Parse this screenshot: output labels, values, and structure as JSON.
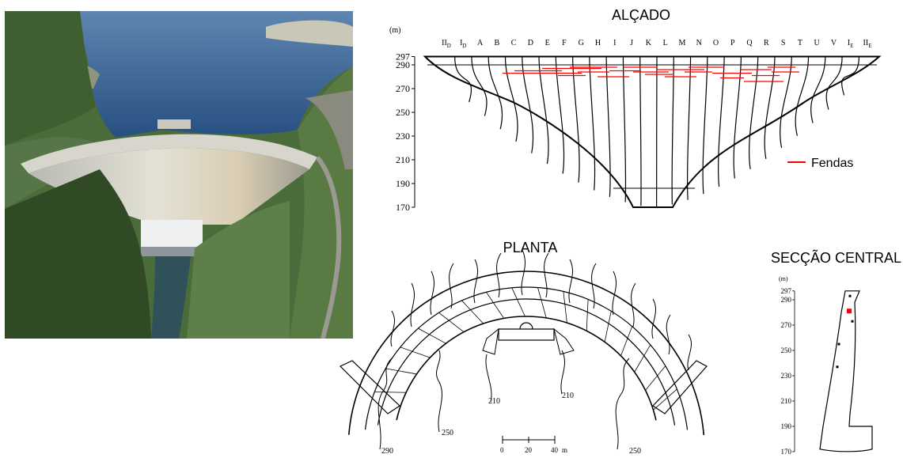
{
  "colors": {
    "crack": "#ff0000",
    "ink": "#000000",
    "background": "#ffffff"
  },
  "photo": {
    "alt_name": "dam-aerial-photo"
  },
  "alcado": {
    "title": "ALÇADO",
    "unit": "(m)",
    "elevations": [
      "297",
      "290",
      "270",
      "250",
      "230",
      "210",
      "190",
      "170"
    ],
    "blocks": [
      "II",
      "I",
      "A",
      "B",
      "C",
      "D",
      "E",
      "F",
      "G",
      "H",
      "I",
      "J",
      "K",
      "L",
      "M",
      "N",
      "O",
      "P",
      "Q",
      "R",
      "S",
      "T",
      "U",
      "V",
      "I",
      "II"
    ],
    "block_subscripts": [
      "D",
      "D",
      "",
      "",
      "",
      "",
      "",
      "",
      "",
      "",
      "",
      "",
      "",
      "",
      "",
      "",
      "",
      "",
      "",
      "",
      "",
      "",
      "",
      "",
      "E",
      "E"
    ],
    "legend_label": "Fendas"
  },
  "planta": {
    "title": "PLANTA",
    "contours": [
      "290",
      "250",
      "210",
      "210",
      "250"
    ],
    "scale": [
      "0",
      "20",
      "40"
    ],
    "scale_unit": "m"
  },
  "seccao": {
    "title": "SECÇÃO CENTRAL",
    "unit": "(m)",
    "elevations": [
      "297",
      "290",
      "270",
      "250",
      "230",
      "210",
      "190",
      "170"
    ]
  }
}
